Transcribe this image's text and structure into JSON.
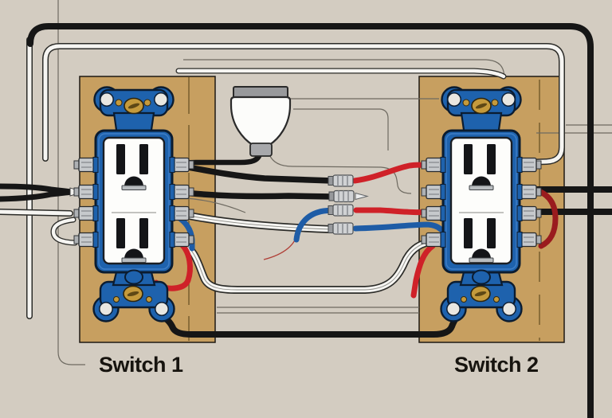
{
  "labels": {
    "switch1": "Switch 1",
    "switch2": "Switch 2"
  },
  "components": {
    "receptacle1": "blue duplex receptacle on left stud (Switch 1)",
    "receptacle2": "blue duplex receptacle on right stud (Switch 2)",
    "light_fixture": "dome light fixture",
    "wire_connectors": "four inline crimp wire connectors between switches"
  },
  "wiring": {
    "splice1": "black to red",
    "splice2": "black capped (dead end)",
    "splice3": "blue to red",
    "splice4": "white to blue"
  },
  "colors": {
    "wall": "#d3ccc1",
    "wood": "#c79f60",
    "device_blue": "#1e62ad",
    "device_outline": "#0b1c30",
    "wire_black": "#161616",
    "wire_white": "#f6f5f2",
    "wire_red": "#cf2128",
    "wire_dark_red": "#9a1b1e",
    "wire_blue": "#1e5ca6",
    "brass": "#c49a3c",
    "steel": "#c6c9cc",
    "label_text": "#17140f"
  }
}
